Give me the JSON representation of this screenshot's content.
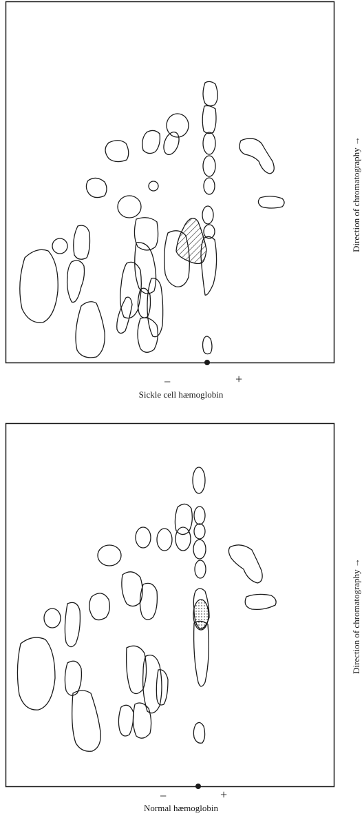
{
  "figure": {
    "top_panel": {
      "caption": "Sickle cell hæmoglobin",
      "minus_sign": "−",
      "plus_sign": "+",
      "side_label": "Direction of chromatography →"
    },
    "bottom_panel": {
      "caption": "Normal hæmoglobin",
      "minus_sign": "−",
      "plus_sign": "+",
      "side_label": "Direction of chromatography →"
    },
    "colors": {
      "ink": "#1a1a1a",
      "paper": "#ffffff"
    }
  }
}
